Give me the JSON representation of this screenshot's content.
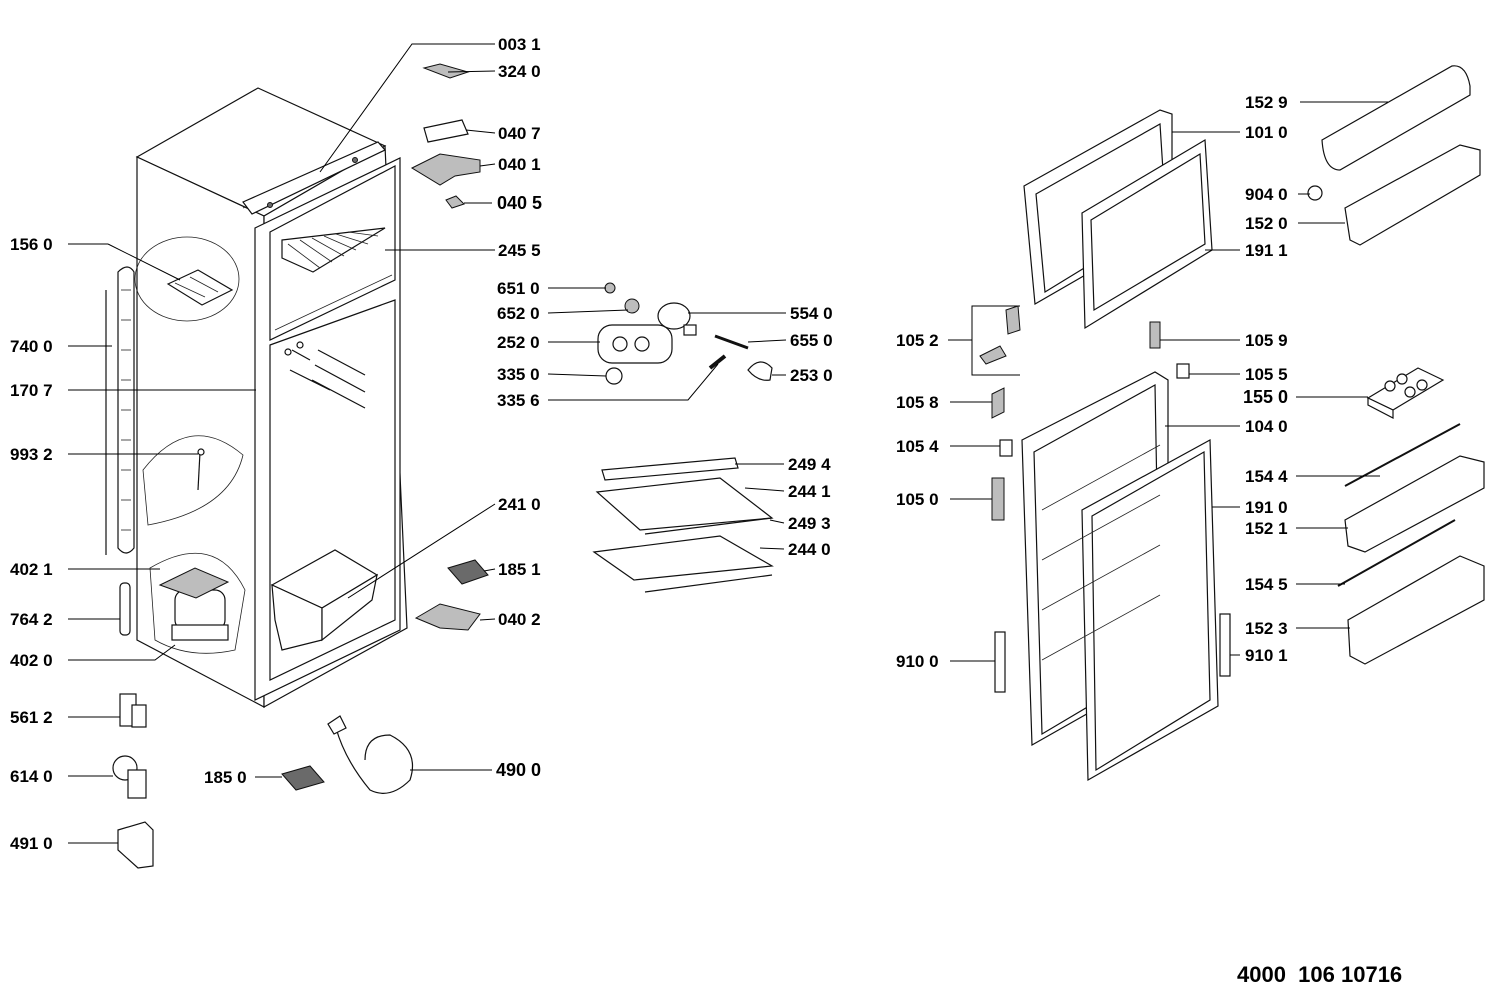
{
  "document_number": "4000  106 10716",
  "parts": {
    "p0031": "003 1",
    "p3240": "324 0",
    "p0407": "040 7",
    "p0401": "040 1",
    "p0405": "040 5",
    "p2455": "245 5",
    "p1560": "156 0",
    "p7400": "740 0",
    "p1707": "170 7",
    "p9932": "993 2",
    "p4021": "402 1",
    "p7642": "764 2",
    "p4020": "402 0",
    "p5612": "561 2",
    "p6140": "614 0",
    "p4910": "491 0",
    "p1850": "185 0",
    "p4900": "490 0",
    "p1851": "185 1",
    "p0402": "040 2",
    "p2410": "241 0",
    "p6510": "651 0",
    "p6520": "652 0",
    "p2520": "252 0",
    "p3350": "335 0",
    "p3356": "335 6",
    "p5540": "554 0",
    "p6550": "655 0",
    "p2530": "253 0",
    "p2494": "249 4",
    "p2441": "244 1",
    "p2493": "249 3",
    "p2440": "244 0",
    "p1529": "152 9",
    "p1010": "101 0",
    "p9040": "904 0",
    "p1520": "152 0",
    "p1911": "191 1",
    "p1052": "105 2",
    "p1059": "105 9",
    "p1055": "105 5",
    "p1550": "155 0",
    "p1058": "105 8",
    "p1054": "105 4",
    "p1040": "104 0",
    "p1544": "154 4",
    "p1050": "105 0",
    "p1910": "191 0",
    "p1521": "152 1",
    "p1545": "154 5",
    "p1523": "152 3",
    "p9100": "910 0",
    "p9101": "910 1"
  }
}
